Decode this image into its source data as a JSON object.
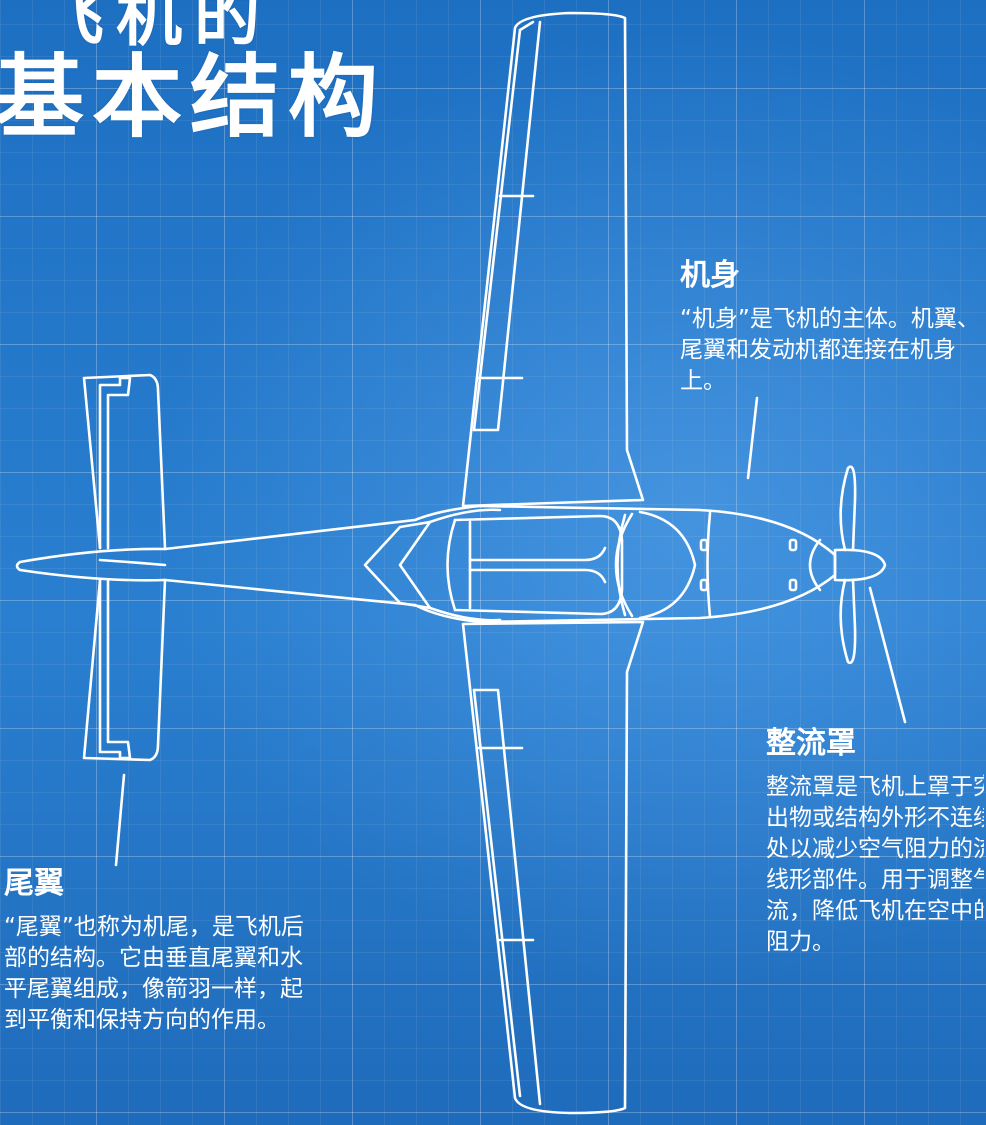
{
  "title": {
    "line1": "飞机的",
    "line2": "基本结构"
  },
  "labels": {
    "fuselage": {
      "heading": "机身",
      "text": "“机身”是飞机的主体。机翼、尾翼和发动机都连接在机身上。"
    },
    "fairing": {
      "heading": "整流罩",
      "text": "整流罩是飞机上罩于突出物或结构外形不连续处以减少空气阻力的流线形部件。用于调整气流，降低飞机在空中的阻力。"
    },
    "tail": {
      "heading": "尾翼",
      "text": "“尾翼”也称为机尾，是飞机后部的结构。它由垂直尾翼和水平尾翼组成，像箭羽一样，起到平衡和保持方向的作用。"
    }
  },
  "colors": {
    "background": "#1f72c4",
    "line": "#ffffff"
  }
}
